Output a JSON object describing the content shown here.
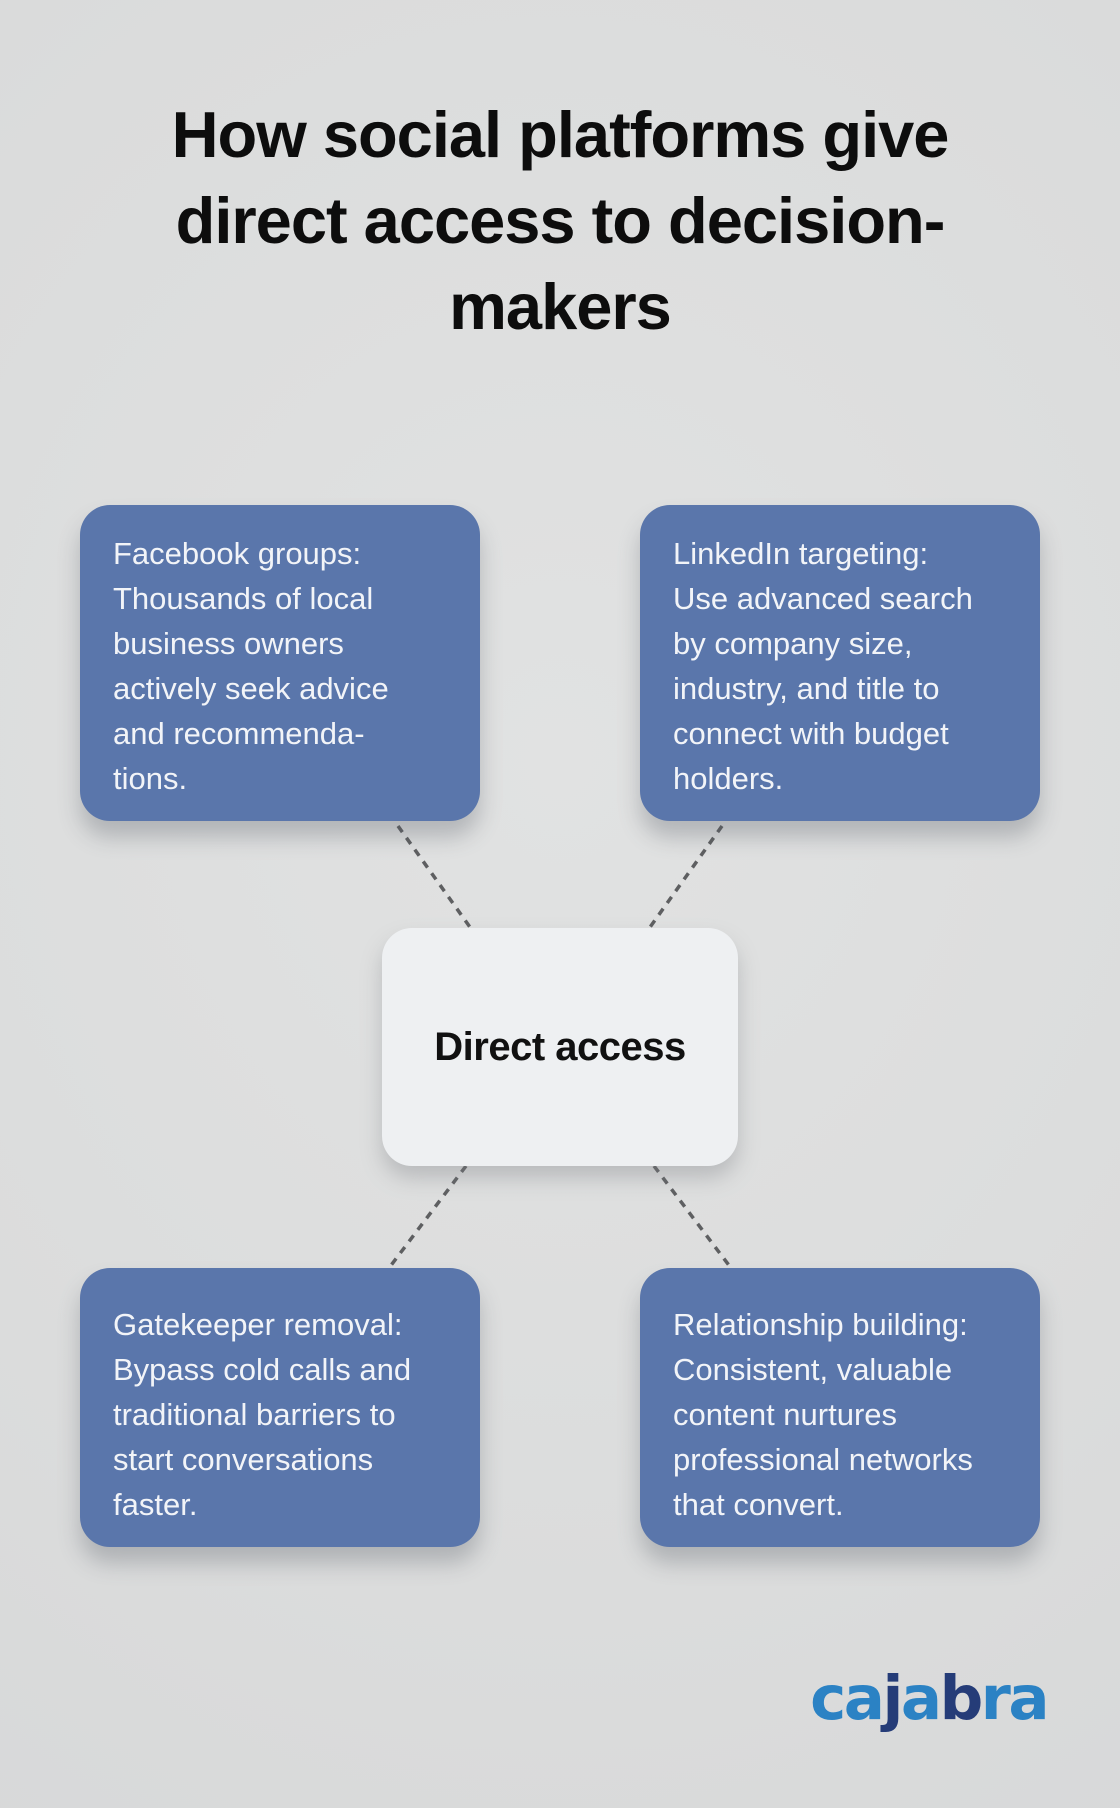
{
  "title": {
    "text": "How social platforms give\ndirect access to decision-\nmakers"
  },
  "center": {
    "label": "Direct access"
  },
  "nodes": [
    {
      "id": "facebook-groups",
      "text": "Facebook groups:\nThousands of local\nbusiness owners\nactively seek advice\nand recommenda-\ntions."
    },
    {
      "id": "linkedin-targeting",
      "text": "LinkedIn targeting:\nUse advanced search\nby company size,\nindustry, and title to\nconnect with budget\nholders."
    },
    {
      "id": "gatekeeper-removal",
      "text": "Gatekeeper removal:\nBypass cold calls and\ntraditional barriers to\nstart conversations\nfaster."
    },
    {
      "id": "relationship-building",
      "text": "Relationship building:\nConsistent, valuable\ncontent nurtures\nprofessional networks\nthat convert."
    }
  ],
  "logo": {
    "text": "cajabra",
    "letters": [
      {
        "ch": "c",
        "color": "#2b82c4"
      },
      {
        "ch": "a",
        "color": "#2b82c4"
      },
      {
        "ch": "j",
        "color": "#253c78"
      },
      {
        "ch": "a",
        "color": "#2b82c4"
      },
      {
        "ch": "b",
        "color": "#253c78"
      },
      {
        "ch": "r",
        "color": "#2b82c4"
      },
      {
        "ch": "a",
        "color": "#2b82c4"
      }
    ]
  },
  "colors": {
    "box_blue": "#5a76ab",
    "box_text": "#f2f4f8",
    "title_color": "#0d0d0d",
    "center_bg": "#eef0f2",
    "center_text": "#111111",
    "connector_color": "#5e5f61",
    "logo_light": "#2b82c4",
    "logo_dark": "#253c78"
  }
}
